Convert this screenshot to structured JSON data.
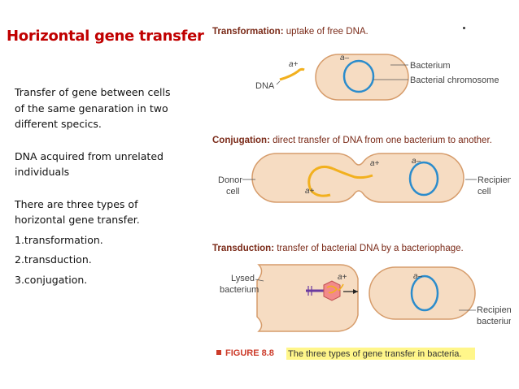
{
  "title": "Horizontal gene transfer",
  "bullets": {
    "b1_line1": "Transfer of gene  between cells",
    "b1_line2": "of the same genaration in two",
    "b1_line3": "different specics.",
    "b2_line1": "DNA acquired from  unrelated",
    "b2_line2": "individuals",
    "b3_line1": "There are three types  of",
    "b3_line2": "horizontal gene transfer.",
    "b4": "1.transformation.",
    "b5": "2.transduction.",
    "b6": "3.conjugation."
  },
  "figure": {
    "transformation": {
      "heading_bold": "Transformation:",
      "heading_rest": " uptake of free DNA.",
      "dna_label": "DNA",
      "a_plus": "a+",
      "a_minus": "a–",
      "bacterium_label": "Bacterium",
      "chromosome_label": "Bacterial chromosome"
    },
    "conjugation": {
      "heading_bold": "Conjugation:",
      "heading_rest": " direct transfer of DNA from one bacterium to another.",
      "donor_line1": "Donor",
      "donor_line2": "cell",
      "recipient_line1": "Recipient",
      "recipient_line2": "cell",
      "a_plus_top": "a+",
      "a_minus": "a–",
      "a_plus_bottom": "a+"
    },
    "transduction": {
      "heading_bold": "Transduction:",
      "heading_rest": " transfer of bacterial DNA by a bacteriophage.",
      "lysed_line1": "Lysed",
      "lysed_line2": "bacterium",
      "a_plus": "a+",
      "a_minus": "a–",
      "recipient_line1": "Recipient",
      "recipient_line2": "bacterium"
    },
    "caption_label": "FIGURE 8.8",
    "caption_text": "The three types of gene transfer in bacteria."
  },
  "colors": {
    "title": "#c00000",
    "cell_fill": "#f6dcc2",
    "cell_stroke": "#d69c6b",
    "chromosome": "#2b8ccc",
    "dna_plus": "#f2b01e",
    "heading": "#7a2a18",
    "caption_highlight": "#fff68a",
    "caption_label": "#cc3b2a"
  }
}
